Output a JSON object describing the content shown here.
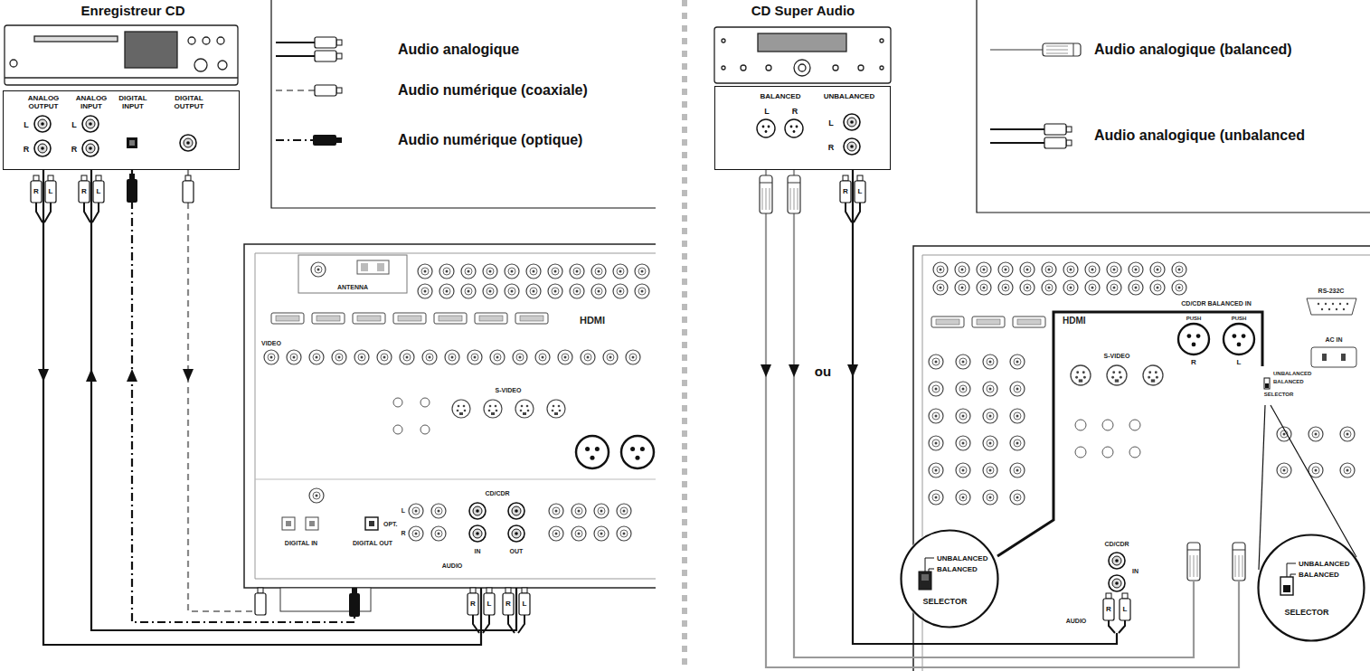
{
  "diagram": {
    "nodes": [
      {
        "text": [
          "Enregistreur CD",
          "ANALOG OUTPUT",
          "ANALOG INPUT",
          "DIGITAL INPUT",
          "DIGITAL OUTPUT",
          "L",
          "R",
          "L",
          "R"
        ]
      },
      {
        "text": [
          "ANTENNA",
          "HDMI",
          "VIDEO",
          "S-VIDEO",
          "DIGITAL IN",
          "DIGITAL OUT",
          "OPT.",
          "L",
          "R",
          "CD/CDR",
          "IN",
          "OUT",
          "AUDIO"
        ]
      },
      {
        "text": [
          "CD Super Audio",
          "BALANCED",
          "UNBALANCED",
          "L",
          "R",
          "L",
          "R"
        ]
      },
      {
        "text": [
          "CD/CDR BALANCED IN",
          "HDMI",
          "S-VIDEO",
          "PUSH",
          "PUSH",
          "R",
          "L",
          "RS-232C",
          "AC IN",
          "UNBALANCED",
          "BALANCED",
          "SELECTOR",
          "CD/CDR",
          "IN",
          "AUDIO"
        ]
      },
      {
        "text": [
          "UNBALANCED",
          "BALANCED",
          "SELECTOR"
        ]
      },
      {
        "text": [
          "UNBALANCED",
          "BALANCED",
          "SELECTOR"
        ]
      }
    ],
    "edges": [
      {
        "from": 0,
        "to": 1,
        "arrow": "to"
      },
      {
        "from": 1,
        "to": 0,
        "arrow": "to"
      },
      {
        "from": 1,
        "to": 0,
        "arrow": "to"
      },
      {
        "from": 0,
        "to": 1,
        "arrow": "to"
      },
      {
        "from": 2,
        "to": 3,
        "arrow": "to"
      },
      {
        "from": 2,
        "to": 3,
        "arrow": "to"
      },
      {
        "from": 2,
        "to": 3,
        "arrow": "to"
      }
    ],
    "labels": [
      "R",
      "L",
      "R",
      "L",
      "R",
      "L",
      "R",
      "L",
      "R",
      "L",
      "R",
      "L",
      "ou"
    ],
    "legend": [
      {
        "text": "Audio analogique"
      },
      {
        "text": "Audio numérique (coaxiale)"
      },
      {
        "text": "Audio numérique (optique)"
      },
      {
        "text": "Audio analogique (balanced)"
      },
      {
        "text": "Audio analogique (unbalanced"
      }
    ]
  }
}
